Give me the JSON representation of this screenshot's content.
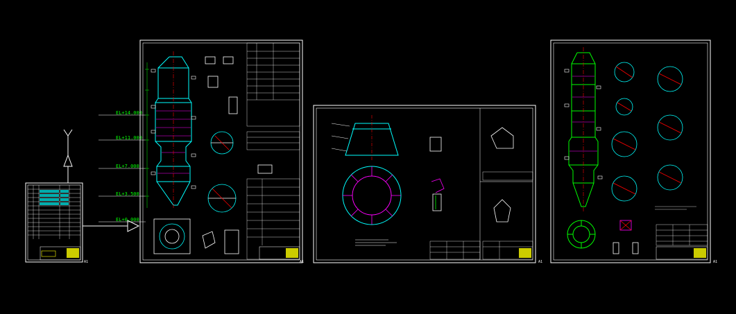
{
  "elevations": [
    {
      "label": "EL+14.000"
    },
    {
      "label": "EL+11.000"
    },
    {
      "label": "EL+7.000"
    },
    {
      "label": "EL+3.500"
    },
    {
      "label": "EL+0.000"
    }
  ],
  "sheet_tags": [
    "A1",
    "A1",
    "A1",
    "A1"
  ],
  "colors": {
    "background": "#000000",
    "frame": "#ffffff",
    "vessel": "#00ffff",
    "elevation_text": "#00ff00",
    "centerline": "#ff0000",
    "magenta": "#ff00ff",
    "yellow": "#ffff00"
  }
}
